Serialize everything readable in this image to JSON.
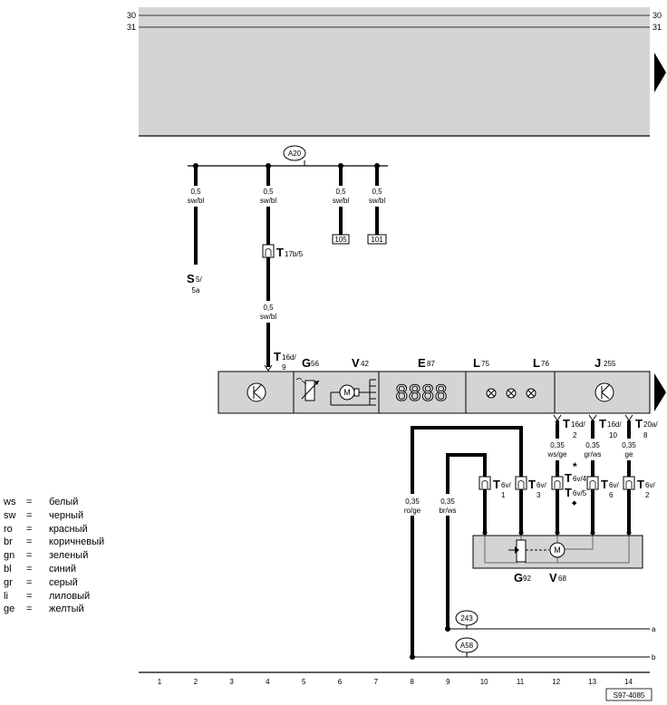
{
  "rails": {
    "r30": "30",
    "r31": "31"
  },
  "connector_a20": "A20",
  "wires_top": {
    "w1_gauge": "0,5",
    "w1_color": "sw/bl",
    "w2_gauge": "0,5",
    "w2_color": "sw/bl",
    "w3_gauge": "0,5",
    "w3_color": "sw/bl",
    "w4_gauge": "0,5",
    "w4_color": "sw/bl",
    "w5_gauge": "0,5",
    "w5_color": "sw/bl",
    "ref_105": "105",
    "ref_101": "101"
  },
  "fuse": {
    "main": "S",
    "sub": "5/",
    "bottom": "5a"
  },
  "t17": {
    "main": "T",
    "sub": "17b/5"
  },
  "t16d9": {
    "main": "T",
    "sub": "16d/",
    "bottom": "9"
  },
  "components": {
    "g56_main": "G",
    "g56_sub": "56",
    "v42_main": "V",
    "v42_sub": "42",
    "e87_main": "E",
    "e87_sub": "87",
    "l75_main": "L",
    "l75_sub": "75",
    "l76_main": "L",
    "l76_sub": "76",
    "j255_main": "J",
    "j255_sub": "255",
    "g92_main": "G",
    "g92_sub": "92",
    "v68_main": "V",
    "v68_sub": "68",
    "display_text": "8888",
    "motor_letter": "M"
  },
  "right_connectors": {
    "c1_main": "T",
    "c1_sub": "16d/",
    "c1_bottom": "2",
    "c2_main": "T",
    "c2_sub": "16d/",
    "c2_bottom": "10",
    "c3_main": "T",
    "c3_sub": "20a/",
    "c3_bottom": "8"
  },
  "right_wires": {
    "w1_gauge": "0,35",
    "w1_color": "ws/ge",
    "w2_gauge": "0,35",
    "w2_color": "gr/ws",
    "w3_gauge": "0,35",
    "w3_color": "ge",
    "w4_gauge": "0,35",
    "w4_color": "ro/ge",
    "w5_gauge": "0,35",
    "w5_color": "br/ws"
  },
  "t6v": {
    "p1_main": "T",
    "p1_sub": "6v/",
    "p1_bottom": "1",
    "p3_main": "T",
    "p3_sub": "6v/",
    "p3_bottom": "3",
    "p4_main": "T",
    "p4_sub": "6v/4",
    "p5_main": "T",
    "p5_sub": "6v/5",
    "p6_main": "T",
    "p6_sub": "6v/",
    "p6_bottom": "6",
    "p2_main": "T",
    "p2_sub": "6v/",
    "p2_bottom": "2",
    "star": "*",
    "diamond": "◆"
  },
  "ground": {
    "c243": "243",
    "a58": "A58",
    "line_a": "a",
    "line_b": "b"
  },
  "columns": [
    "1",
    "2",
    "3",
    "4",
    "5",
    "6",
    "7",
    "8",
    "9",
    "10",
    "11",
    "12",
    "13",
    "14"
  ],
  "figure_code": "S97-4085",
  "legend": [
    {
      "code": "ws",
      "eq": "=",
      "name": "белый"
    },
    {
      "code": "sw",
      "eq": "=",
      "name": "черный"
    },
    {
      "code": "ro",
      "eq": "=",
      "name": "красный"
    },
    {
      "code": "br",
      "eq": "=",
      "name": "коричневый"
    },
    {
      "code": "gn",
      "eq": "=",
      "name": "зеленый"
    },
    {
      "code": "bl",
      "eq": "=",
      "name": "синий"
    },
    {
      "code": "gr",
      "eq": "=",
      "name": "серый"
    },
    {
      "code": "li",
      "eq": "=",
      "name": "лиловый"
    },
    {
      "code": "ge",
      "eq": "=",
      "name": "желтый"
    }
  ]
}
